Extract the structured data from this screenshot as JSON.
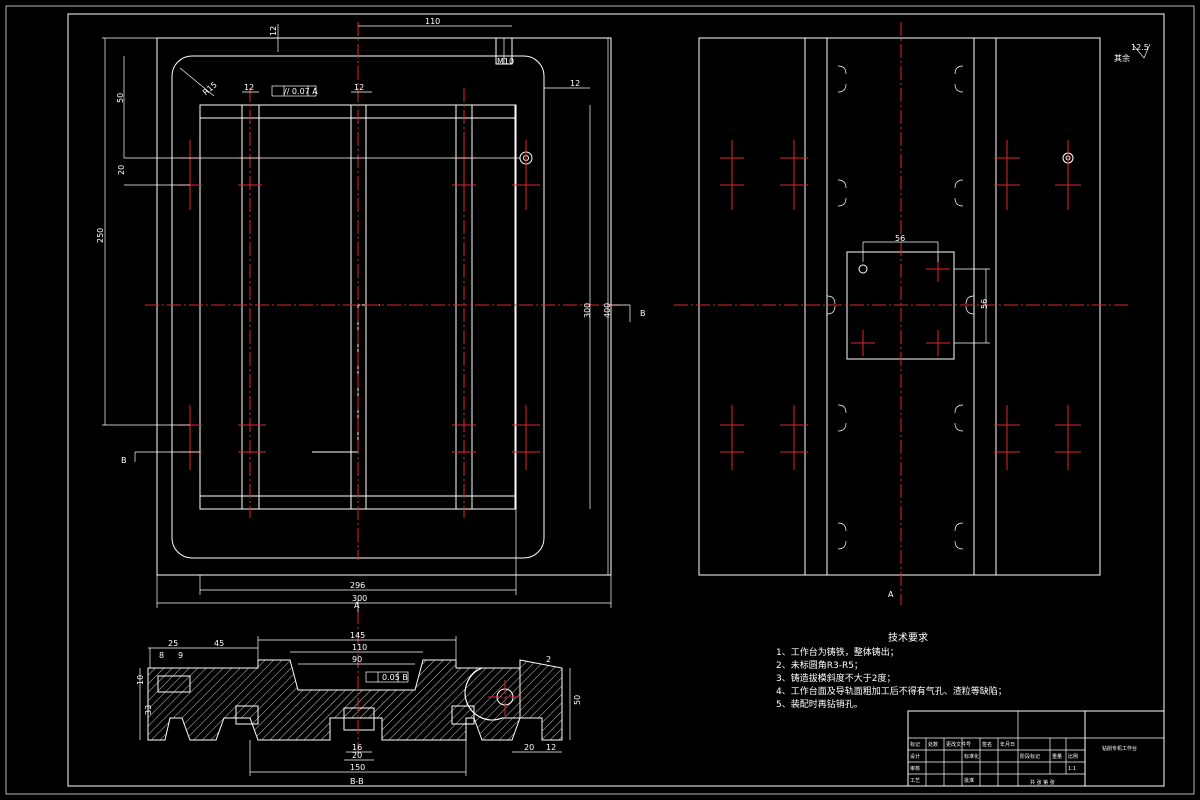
{
  "drawing": {
    "background": "#000000",
    "line_color": "#ffffff",
    "centerline_color": "#e0262a",
    "dims_top": {
      "d110": "110",
      "d12a": "12",
      "m10": "M10",
      "r15": "R15",
      "d12b": "12",
      "tol_frame": "// 0.07 A",
      "d12c": "12",
      "d12d": "12",
      "d50": "50",
      "d20": "20",
      "d250": "250",
      "d300v": "300",
      "d400": "400",
      "d296": "296",
      "d300h": "300",
      "label_b_right": "B",
      "label_b_left": "B"
    },
    "dims_right": {
      "roughness": "12.5",
      "other_surfaces": "其余",
      "d56h": "56",
      "d56v": "56",
      "label_a": "A"
    },
    "dims_section": {
      "label_a": "A",
      "d145": "145",
      "d110": "110",
      "d90": "90",
      "d25": "25",
      "d45": "45",
      "d9": "9",
      "d8": "8",
      "d10": "10",
      "d33": "33",
      "d50": "50",
      "d2": "2",
      "d20a": "20",
      "d12": "12",
      "d16": "16",
      "d20b": "20",
      "d150": "150",
      "tol_frame": "0.05 B",
      "section_label": "B-B"
    },
    "tech_requirements": {
      "title": "技术要求",
      "items": [
        "1、工作台为铸铁，整体铸出；",
        "2、未标圆角R3-R5；",
        "3、铸造拔模斜度不大于2度；",
        "4、工作台面及导轨面粗加工后不得有气孔、渣粒等缺陷；",
        "5、装配时再钻销孔。"
      ]
    },
    "title_block": {
      "part_name": "钻削专机工作台",
      "row1": [
        "标记",
        "处数",
        "更改文件号",
        "签名",
        "年月日"
      ],
      "row2": [
        "设计",
        "",
        "标准化"
      ],
      "row3": [
        "审核"
      ],
      "row4": [
        "工艺",
        "",
        "批准"
      ],
      "stage": "阶段标记",
      "weight": "重量",
      "scale": "比例",
      "scale_value": "1:1",
      "sheet": "共  张  第  张"
    }
  }
}
